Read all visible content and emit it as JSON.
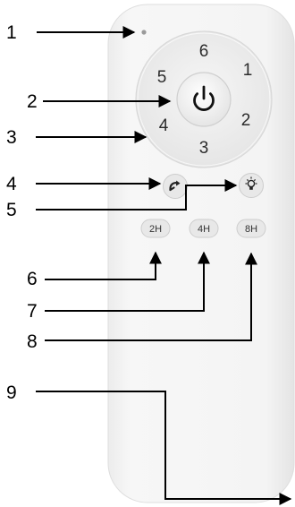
{
  "figure": {
    "callouts": [
      "1",
      "2",
      "3",
      "4",
      "5",
      "6",
      "7",
      "8",
      "9"
    ],
    "ring_numbers": [
      "6",
      "1",
      "2",
      "3",
      "4",
      "5"
    ],
    "timer_buttons": [
      "2H",
      "4H",
      "8H"
    ],
    "icons": {
      "power": "power-icon",
      "brightness_cycle": "cycle-arrow-icon",
      "light": "light-bulb-icon"
    },
    "colors": {
      "remote_body": "#f3f3f3",
      "remote_edge": "#e2e2e2",
      "dial": "#ebebeb",
      "button": "#e6e6e6",
      "arrow": "#000000"
    }
  }
}
